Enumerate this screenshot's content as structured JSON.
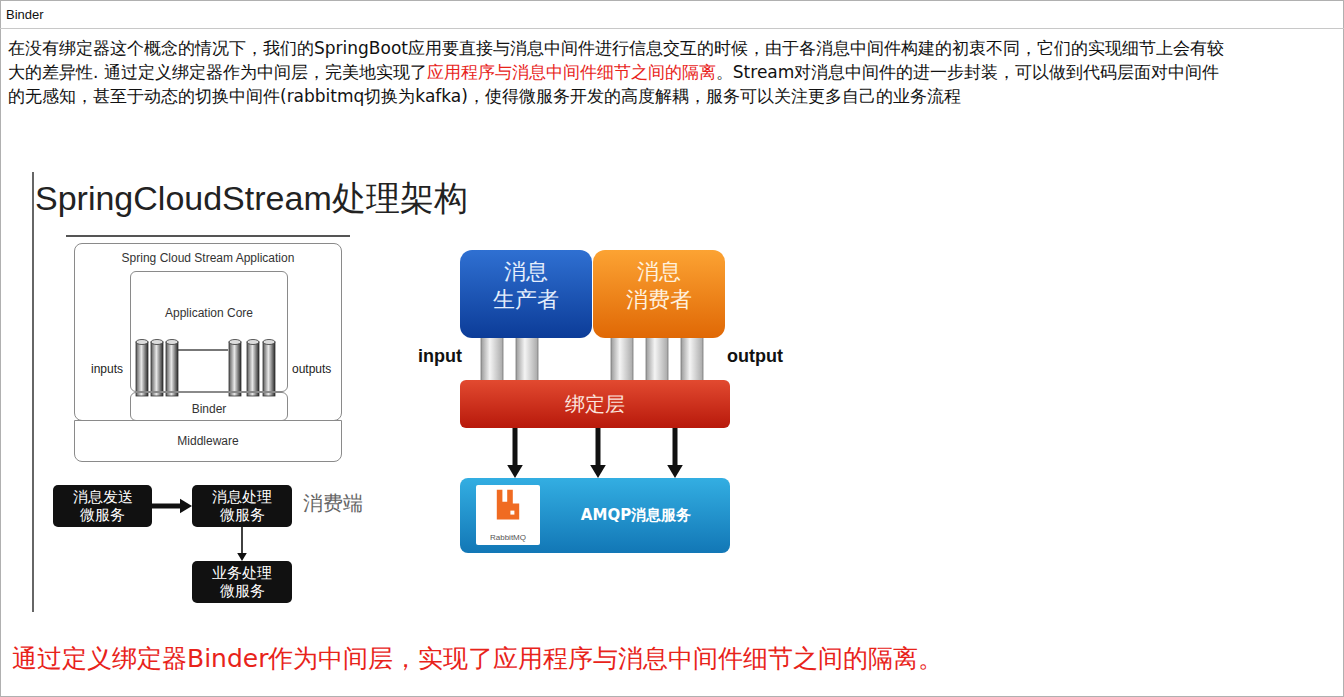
{
  "diagram": {
    "title": "SpringCloudStream处理架构",
    "caption": "通过定义绑定器Binder作为中间层，实现了应用程序与消息中间件细节之间的隔离。",
    "nodes": [
      {
        "text": [
          "Spring Cloud Stream Application"
        ]
      },
      {
        "text": [
          "Application Core"
        ],
        "in": 0
      },
      {
        "text": [
          "Binder"
        ],
        "in": 0
      },
      {
        "text": [
          "Middleware"
        ]
      },
      {
        "text": [
          "消息发送微服务"
        ]
      },
      {
        "text": [
          "消息处理微服务"
        ]
      },
      {
        "text": [
          "业务处理微服务"
        ]
      },
      {
        "text": [
          "消息 生产者"
        ]
      },
      {
        "text": [
          "消息 消费者"
        ]
      },
      {
        "text": [
          "绑定层"
        ]
      },
      {
        "text": [
          "AMQP消息服务"
        ]
      },
      {
        "text": [
          "RabbitMQ"
        ],
        "in": 10
      }
    ],
    "edges": [
      {
        "from": 4,
        "to": 5,
        "arrow": "to"
      },
      {
        "from": 5,
        "to": 6,
        "arrow": "to"
      },
      {
        "from": 9,
        "to": 10,
        "arrow": "to"
      },
      {
        "from": 9,
        "to": 10,
        "arrow": "to"
      },
      {
        "from": 9,
        "to": 10,
        "arrow": "to"
      }
    ],
    "labels": [
      "Binder",
      "在没有绑定器这个概念的情况下，我们的SpringBoot应用要直接与消息中间件进行信息交互的时候，由于各消息中间件构建的初衷不同，它们的实现细节上会有较大的差异性. 通过定义绑定器作为中间层，完美地实现了",
      "应用程序与消息中间件细节之间的隔离",
      "。Stream对消息中间件的进一步封装，可以做到代码层面对中间件的无感知，甚至于动态的切换中间件(rabbitmq切换为kafka)，使得微服务开发的高度解耦，服务可以关注更多自己的业务流程",
      "inputs",
      "outputs",
      "消费端",
      "input",
      "output"
    ]
  }
}
